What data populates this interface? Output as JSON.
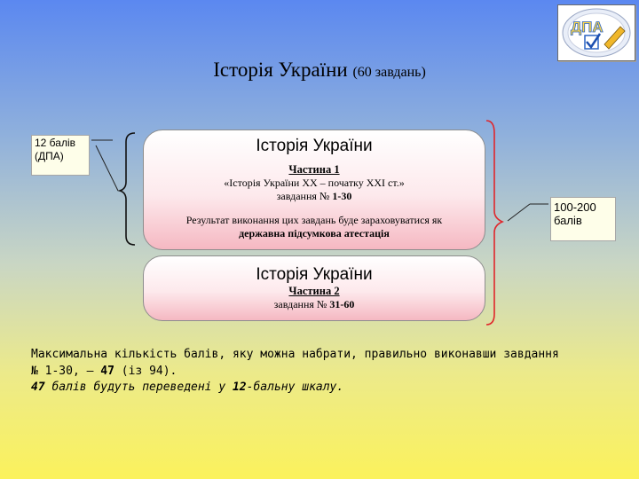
{
  "logo": {
    "text": "ДПА"
  },
  "title": {
    "main": "Історія України",
    "paren": "(60 завдань)"
  },
  "callout_left": {
    "line1": "12 балів",
    "line2": "(ДПА)"
  },
  "callout_right": {
    "line1": "100-200",
    "line2": "балів"
  },
  "box1": {
    "title": "Історія України",
    "part": "Частина 1",
    "subtitle": "«Історія України XX – початку XXI ст.»",
    "tasks_prefix": "завдання №",
    "tasks_range": "1-30",
    "result_line": "Результат виконання цих завдань буде зараховуватися як",
    "result_bold": "державна підсумкова атестація"
  },
  "box2": {
    "title": "Історія України",
    "part": "Частина 2",
    "tasks_prefix": "завдання №",
    "tasks_range": "31-60"
  },
  "bottom": {
    "line1": "Максимальна кількість балів, яку можна набрати, правильно виконавши завдання",
    "line2_a": "№ 1-30, –",
    "line2_b": "47",
    "line2_c": "(із 94).",
    "line3_a": "47",
    "line3_b": "балів будуть переведені у",
    "line3_c": "12",
    "line3_d": "-бальну шкалу."
  },
  "colors": {
    "bracket_red": "#e0262b",
    "logo_blue": "#2a63c4"
  }
}
